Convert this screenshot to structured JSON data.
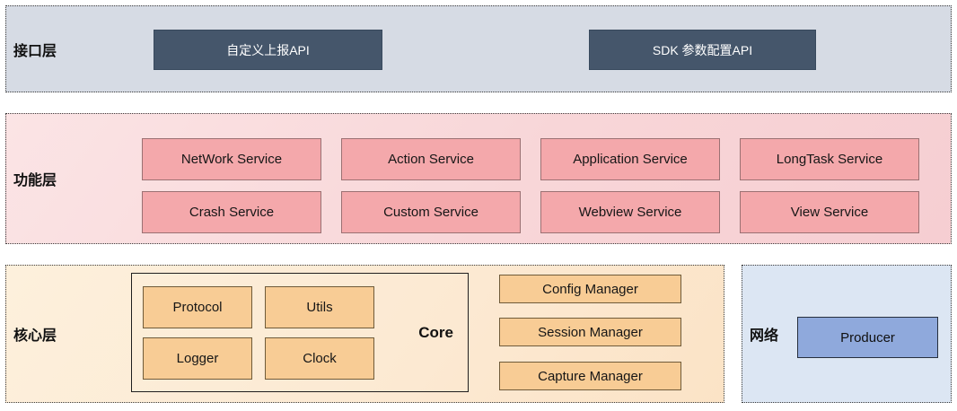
{
  "layers": {
    "interface": {
      "label": "接口层",
      "buttons": [
        {
          "label": "自定义上报API"
        },
        {
          "label": "SDK 参数配置API"
        }
      ]
    },
    "function": {
      "label": "功能层",
      "services": [
        "NetWork Service",
        "Action Service",
        "Application Service",
        "LongTask Service",
        "Crash Service",
        "Custom Service",
        "Webview Service",
        "View Service"
      ]
    },
    "core": {
      "label": "核心层",
      "core_box": {
        "label": "Core",
        "modules": [
          "Protocol",
          "Utils",
          "Logger",
          "Clock"
        ]
      },
      "managers": [
        "Config Manager",
        "Session Manager",
        "Capture Manager"
      ]
    },
    "network": {
      "label": "网络",
      "producer_label": "Producer"
    }
  },
  "colors": {
    "interface_bg": "#d6dbe4",
    "interface_btn_bg": "#45566b",
    "interface_btn_border": "#394a5e",
    "interface_btn_text": "#ffffff",
    "function_bg": "#f8d6d8",
    "service_box_bg": "#f4a8ab",
    "service_box_border": "#9b7173",
    "core_bg": "#fce9d2",
    "core_box_border": "#1f1f1f",
    "module_box_bg": "#f8cc95",
    "module_box_border": "#6f5b3a",
    "network_bg": "#dce6f3",
    "producer_bg": "#8fa9dc",
    "producer_border": "#262f3d"
  }
}
